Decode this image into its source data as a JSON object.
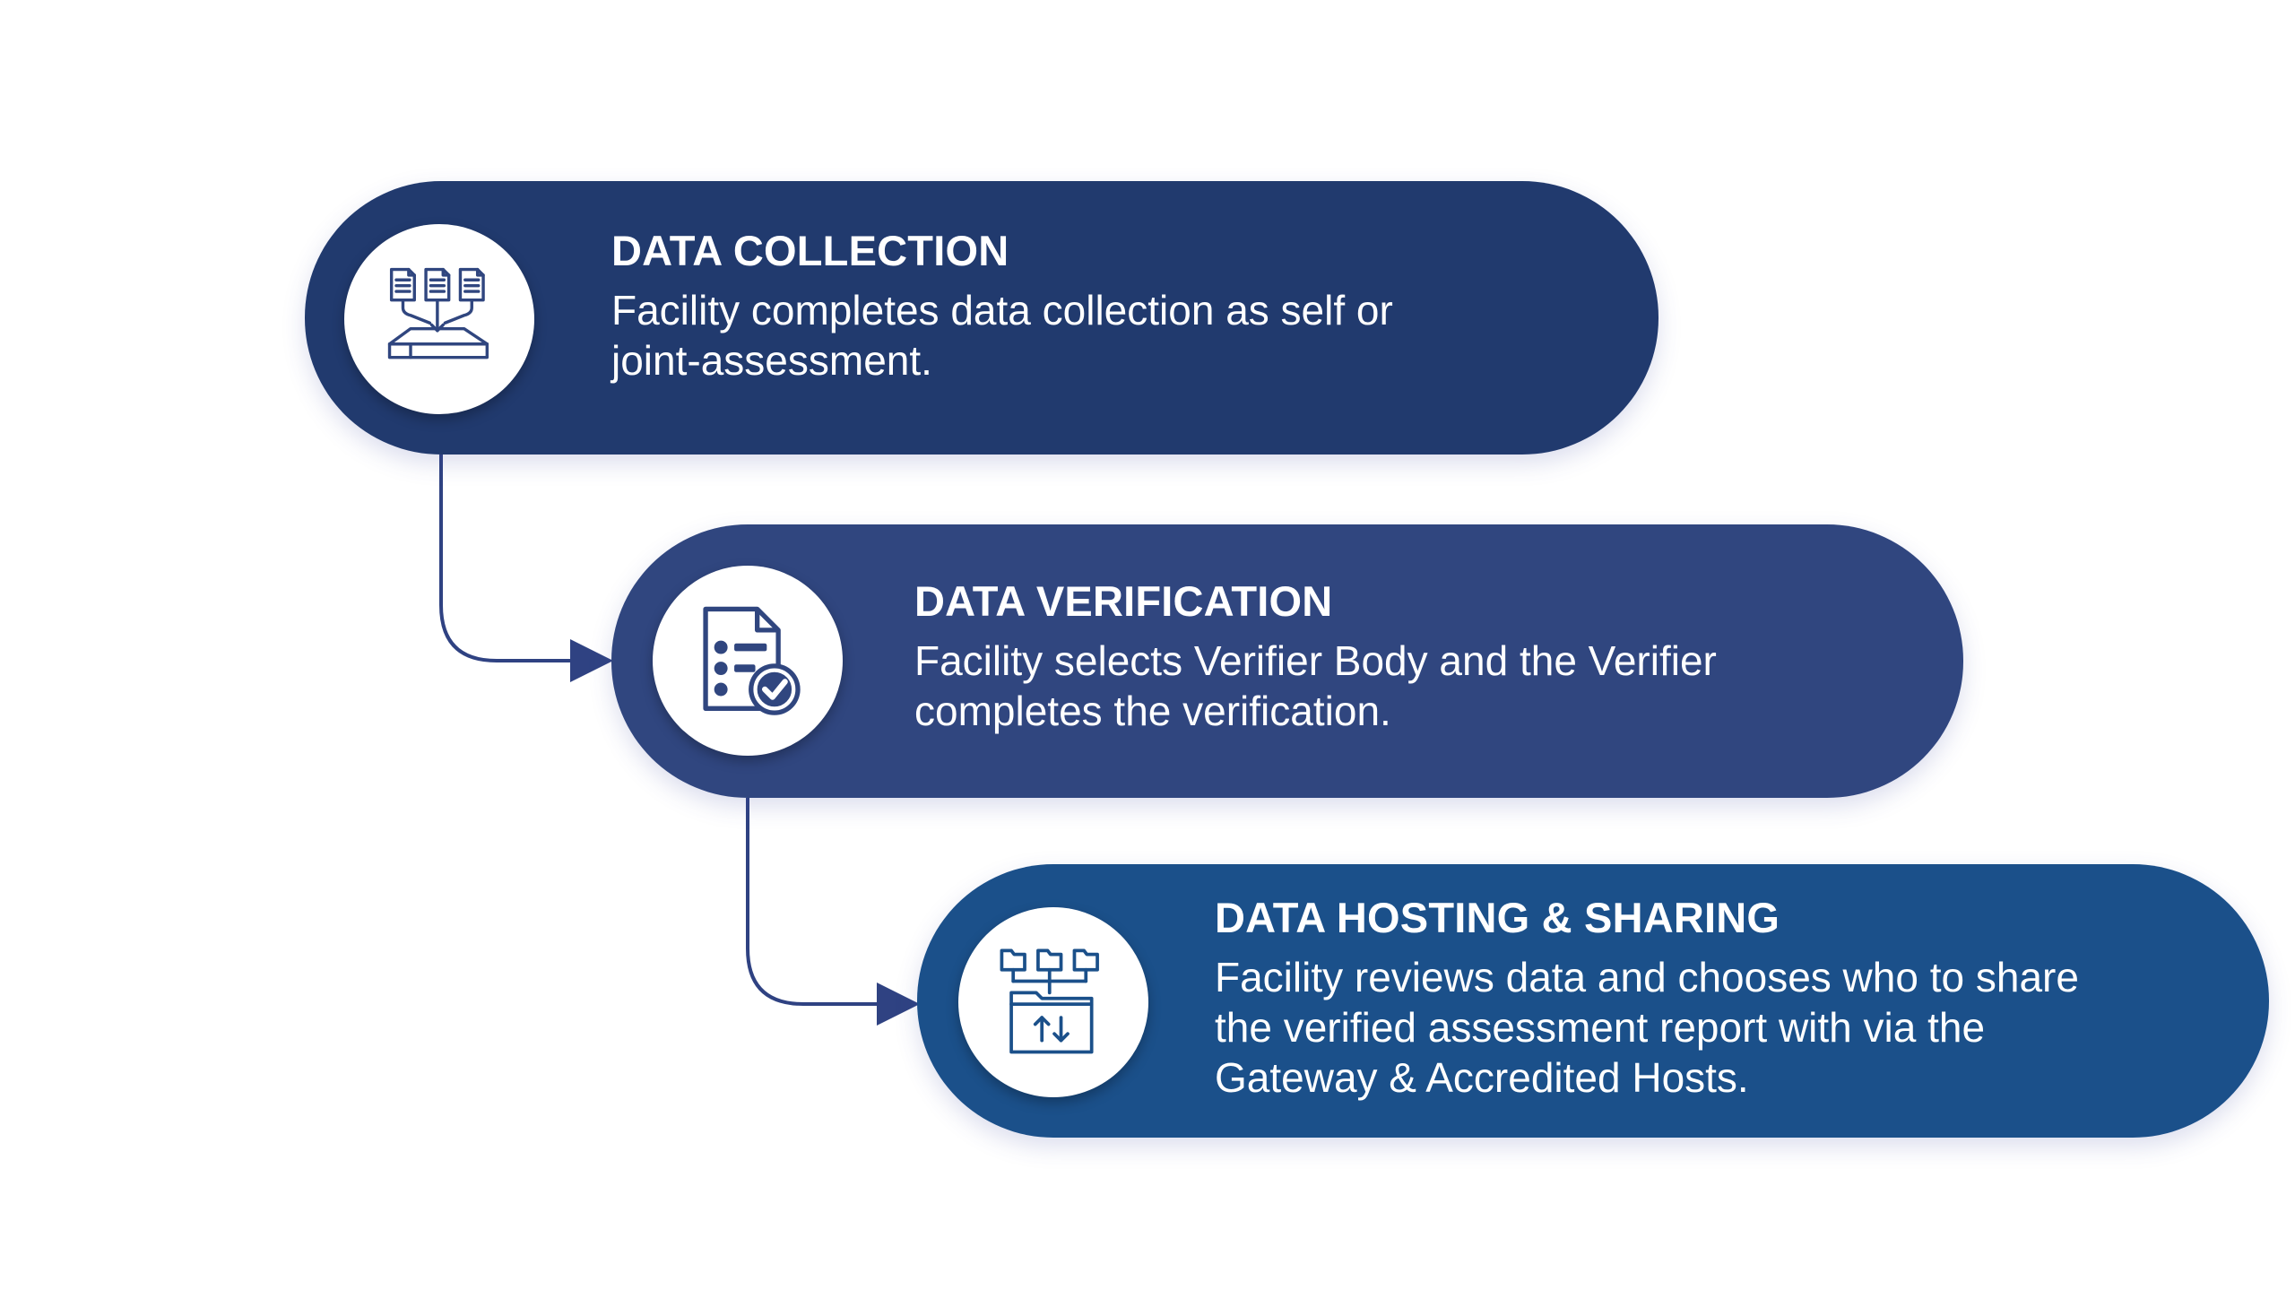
{
  "steps": [
    {
      "icon": "data-collection-icon",
      "title": "DATA COLLECTION",
      "description": "Facility completes data collection as self or\njoint-assessment."
    },
    {
      "icon": "document-verification-icon",
      "title": "DATA VERIFICATION",
      "description": "Facility selects Verifier Body and the Verifier\ncompletes the verification."
    },
    {
      "icon": "folder-sharing-icon",
      "title": "DATA HOSTING & SHARING",
      "description": "Facility reviews data and chooses who to share\nthe verified assessment report with via the\nGateway & Accredited Hosts."
    }
  ],
  "colors": {
    "step1": "#213a6e",
    "step2": "#30467f",
    "step3": "#1b508a",
    "connector": "#2f4282",
    "icon": "#30467f"
  }
}
